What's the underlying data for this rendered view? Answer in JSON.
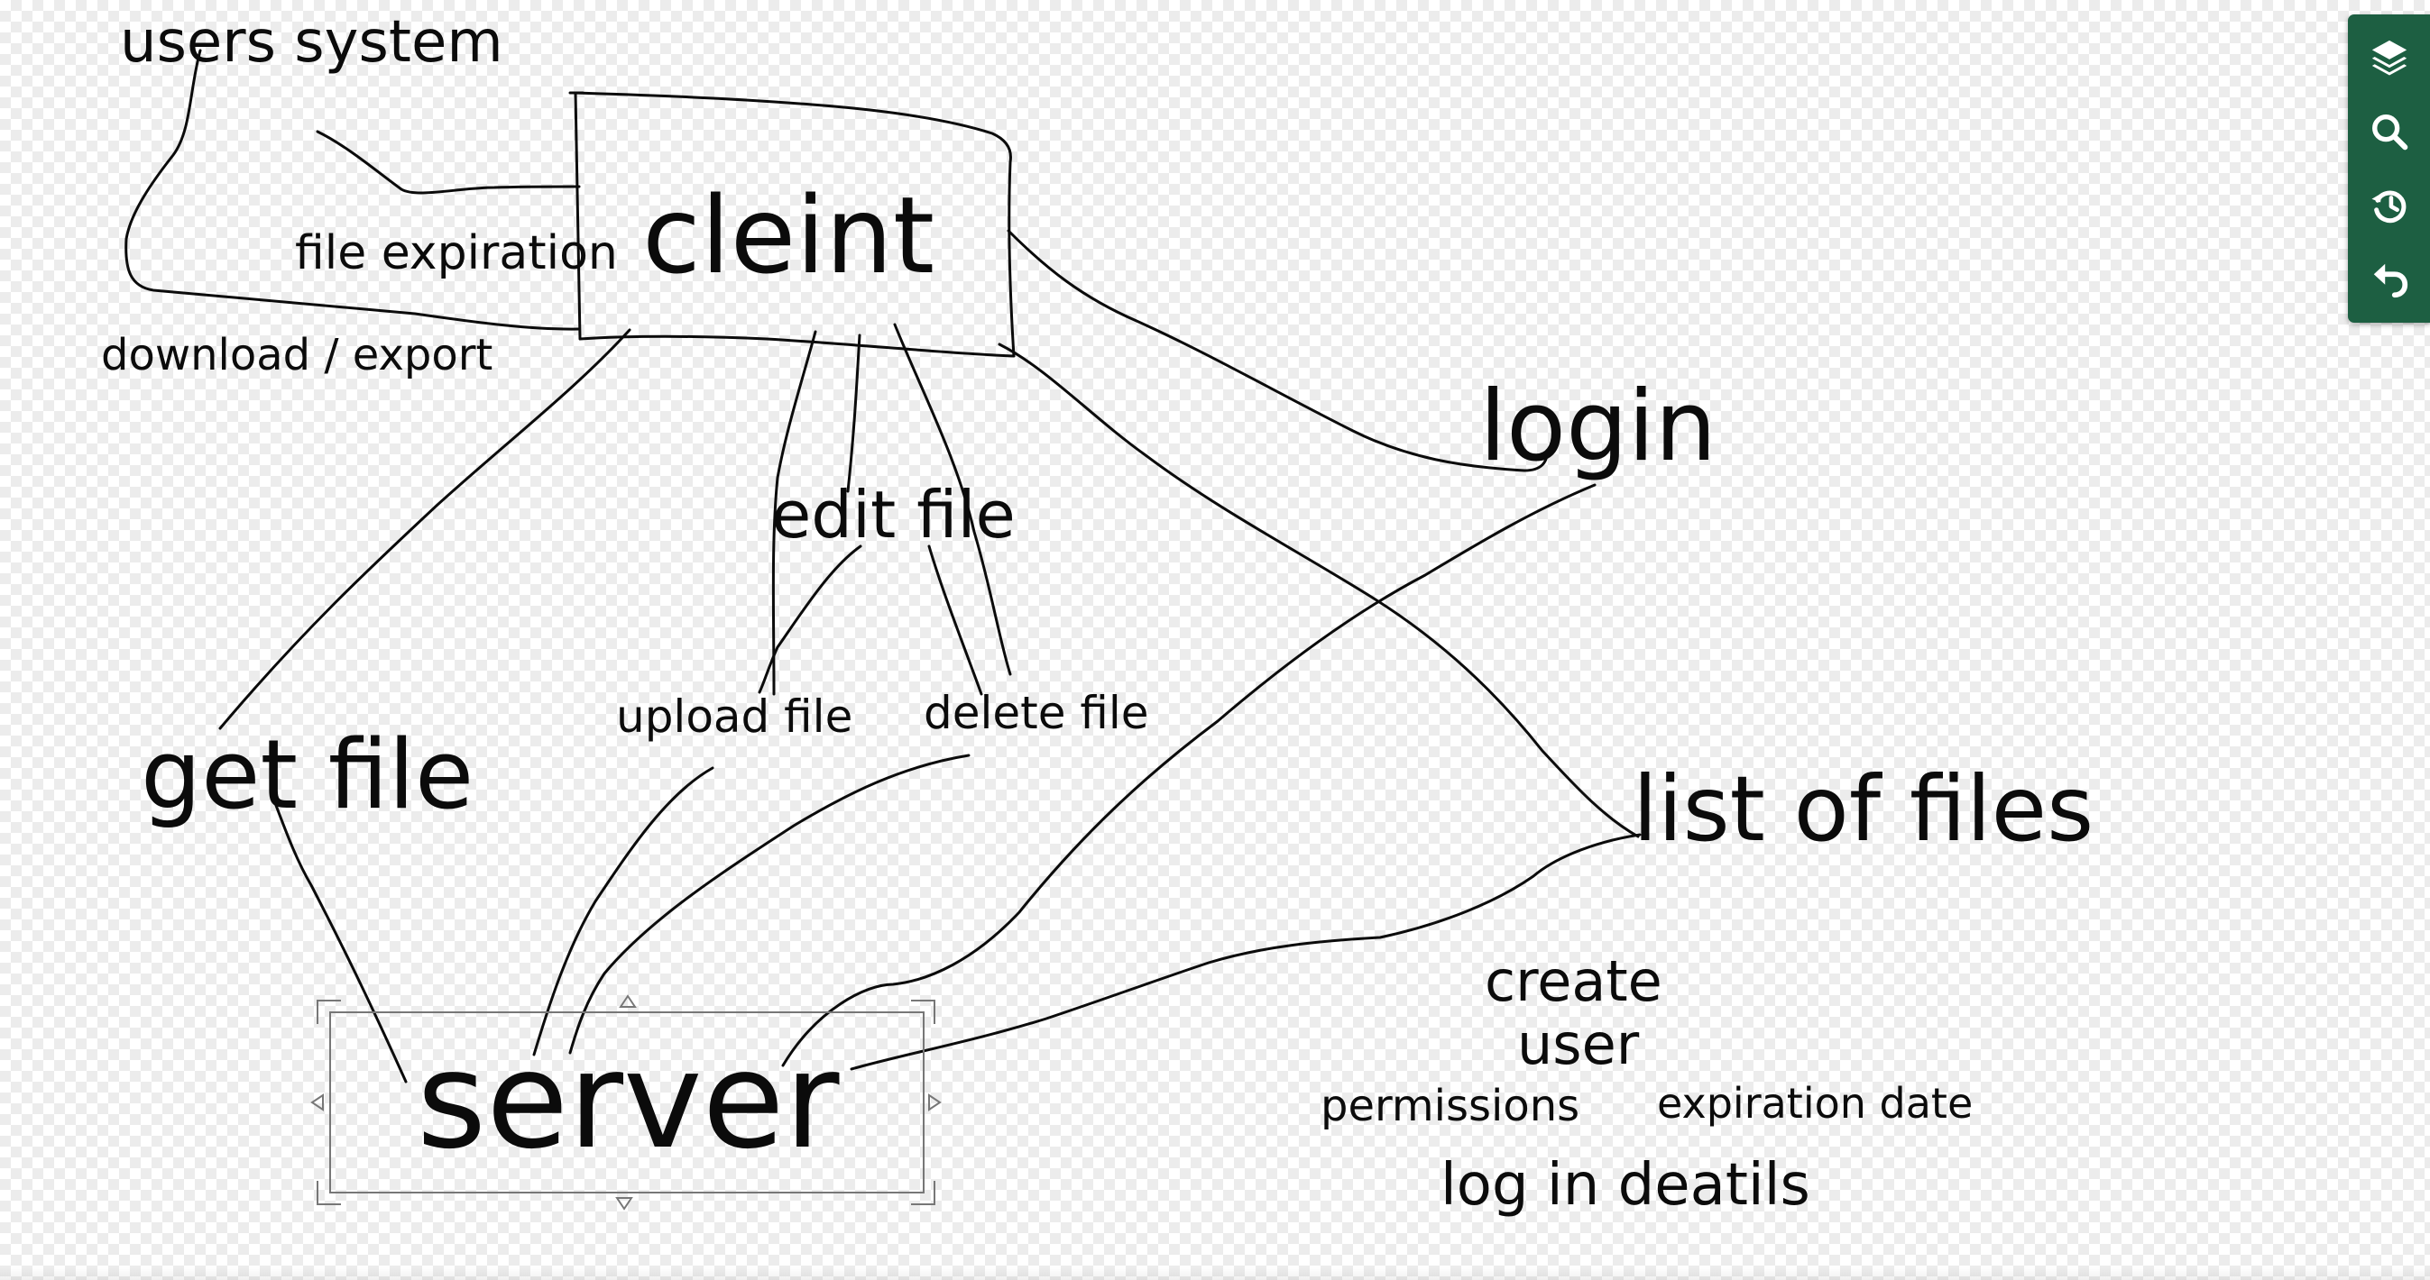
{
  "diagram": {
    "labels": {
      "users_system": "users system",
      "file_expiration": "file expiration",
      "download_export": "download / export",
      "client": "cleint",
      "login": "login",
      "edit_file": "edit file",
      "upload_file": "upload file",
      "delete_file": "delete file",
      "get_file": "get file",
      "list_of_files": "list of files",
      "server": "server",
      "create": "create",
      "user": "user",
      "permissions": "permissions",
      "expiration_date": "expiration date",
      "log_in_details": "log in deatils"
    }
  },
  "toolbar": {
    "tools": [
      {
        "icon": "layers-icon",
        "title": "layers"
      },
      {
        "icon": "search-icon",
        "title": "search"
      },
      {
        "icon": "history-icon",
        "title": "history"
      },
      {
        "icon": "undo-icon",
        "title": "undo"
      }
    ],
    "background_color": "#1d5f42",
    "icon_color": "#ffffff"
  },
  "colors": {
    "ink": "#0b0b0b",
    "selection": "#777777"
  }
}
